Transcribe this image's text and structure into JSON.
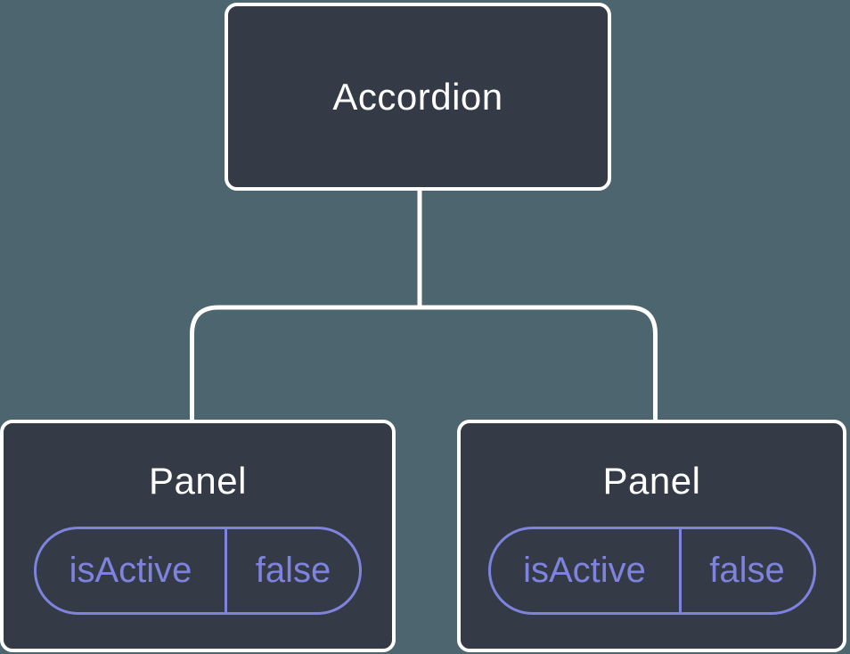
{
  "theme": {
    "background": "#4d656f",
    "node_fill": "#343b47",
    "node_border": "#ffffff",
    "connector": "#ffffff",
    "state_accent": "#7e83de",
    "title_color": "#ffffff"
  },
  "tree": {
    "root": {
      "label": "Accordion"
    },
    "children": [
      {
        "label": "Panel",
        "state": {
          "name": "isActive",
          "value": "false"
        }
      },
      {
        "label": "Panel",
        "state": {
          "name": "isActive",
          "value": "false"
        }
      }
    ]
  }
}
